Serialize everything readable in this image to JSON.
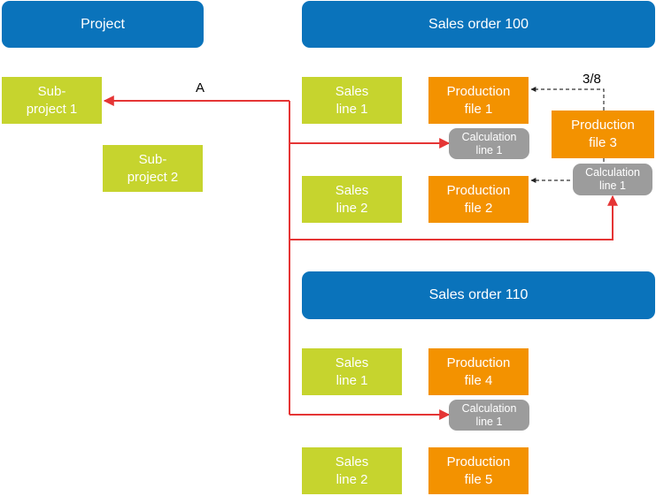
{
  "headers": {
    "project": "Project",
    "sales_order_100": "Sales order 100",
    "sales_order_110": "Sales order 110"
  },
  "subprojects": {
    "sp1": "Sub-\nproject 1",
    "sp2": "Sub-\nproject 2"
  },
  "so100": {
    "sales_line_1": "Sales\nline 1",
    "sales_line_2": "Sales\nline 2",
    "production_file_1": "Production\nfile 1",
    "production_file_2": "Production\nfile 2",
    "production_file_3": "Production\nfile 3",
    "calc_line_pf1": "Calculation\nline 1",
    "calc_line_pf3": "Calculation\nline 1"
  },
  "so110": {
    "sales_line_1": "Sales\nline 1",
    "sales_line_2": "Sales\nline 2",
    "production_file_4": "Production\nfile 4",
    "production_file_5": "Production\nfile 5",
    "calc_line_pf4": "Calculation\nline 1"
  },
  "labels": {
    "arrow_a": "A",
    "fraction": "3/8"
  },
  "colors": {
    "header_blue": "#0a73bb",
    "sub_green": "#c6d42e",
    "production_orange": "#f39200",
    "calc_gray": "#9c9c9c",
    "arrow_red": "#e53535",
    "dashed": "#333333"
  }
}
